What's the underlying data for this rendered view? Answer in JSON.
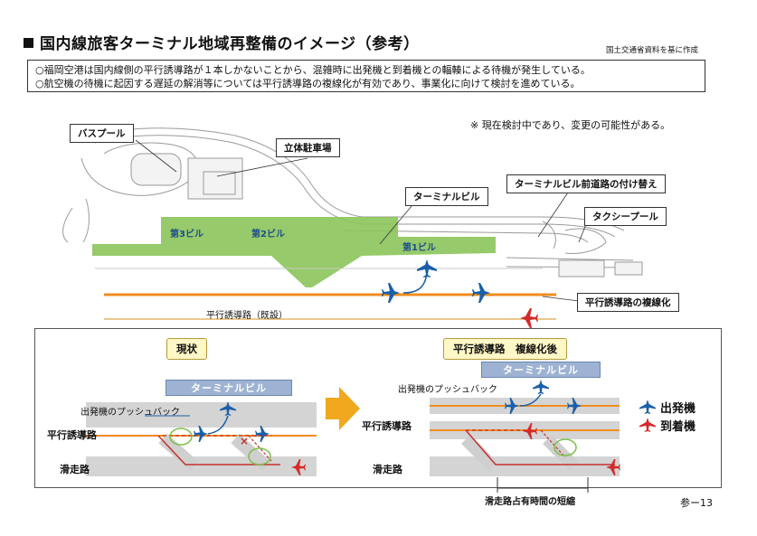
{
  "header": {
    "title": "国内線旅客ターミナル地域再整備のイメージ（参考）",
    "source": "国土交通省資料を基に作成"
  },
  "notes": [
    "○福岡空港は国内線側の平行誘導路が１本しかないことから、混雑時に出発機と到着機との輻輳による待機が発生している。",
    "○航空機の待機に起因する遅延の解消等については平行誘導路の複線化が有効であり、事業化に向けて検討を進めている。"
  ],
  "caveat": "※ 現在検討中であり、変更の可能性がある。",
  "map": {
    "callouts": {
      "bus_pool": "バスプール",
      "parking": "立体駐車場",
      "terminal": "ターミナルビル",
      "road_realign": "ターミナルビル前道路の付け替え",
      "taxi_pool": "タクシープール",
      "double_taxiway": "平行誘導路の複線化"
    },
    "buildings": {
      "b3": "第3ビル",
      "b2": "第2ビル",
      "b1": "第1ビル"
    },
    "existing_taxiway": "平行誘導路（既設）"
  },
  "comparison": {
    "current_label": "現状",
    "after_label": "平行誘導路　複線化後",
    "terminal_bar": "ターミナルビル",
    "pushback": "出発機のプッシュバック",
    "taxiway": "平行誘導路",
    "runway": "滑走路",
    "runway_time": "滑走路占有時間の短縮"
  },
  "legend": {
    "departure": "出発機",
    "arrival": "到着機"
  },
  "colors": {
    "departure": "#1a5fa8",
    "arrival": "#d42a2a",
    "green_area": "#8bc45a",
    "orange_line": "#f08c1e",
    "arrow": "#f0a81e"
  },
  "page_number": "参ー13"
}
